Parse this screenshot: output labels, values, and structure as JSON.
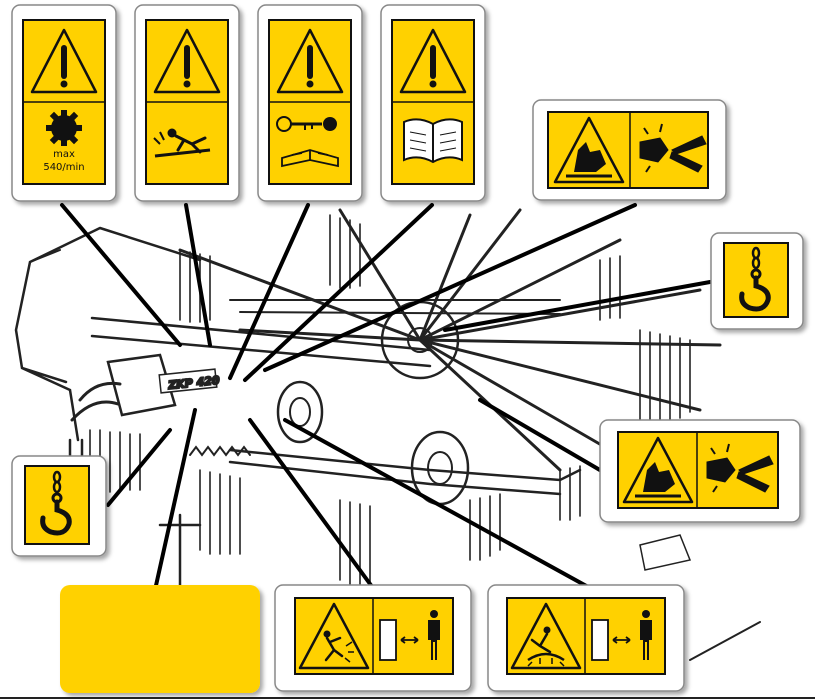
{
  "decals": [
    {
      "id": "pto-speed",
      "icons": [
        "warning-triangle-icon",
        "pto-shaft-icon"
      ],
      "text": [
        "max",
        "540/min"
      ]
    },
    {
      "id": "thrown-objects",
      "icons": [
        "warning-triangle-icon",
        "falling-person-icon"
      ]
    },
    {
      "id": "remove-key",
      "icons": [
        "warning-triangle-icon",
        "key-icon",
        "manual-book-icon"
      ]
    },
    {
      "id": "read-manual",
      "icons": [
        "warning-triangle-icon",
        "open-book-icon"
      ]
    },
    {
      "id": "crush-hand-top",
      "icons": [
        "hand-crush-triangle-icon",
        "hand-pinch-icon"
      ]
    },
    {
      "id": "lift-hook-right",
      "icons": [
        "lifting-hook-icon"
      ]
    },
    {
      "id": "crush-hand-right",
      "icons": [
        "hand-crush-triangle-icon",
        "hand-pinch-icon"
      ]
    },
    {
      "id": "lift-hook-left",
      "icons": [
        "lifting-hook-icon"
      ]
    },
    {
      "id": "blank-yellow",
      "icons": []
    },
    {
      "id": "keep-distance-1",
      "icons": [
        "thrown-object-triangle-icon",
        "distance-person-icon"
      ]
    },
    {
      "id": "keep-distance-2",
      "icons": [
        "rotor-danger-triangle-icon",
        "distance-person-icon"
      ]
    }
  ],
  "machine": {
    "model_plate": "ZKP 420"
  },
  "colors": {
    "decal_yellow": "#FFD100",
    "outline": "#111111",
    "paper": "#FFFFFF"
  }
}
